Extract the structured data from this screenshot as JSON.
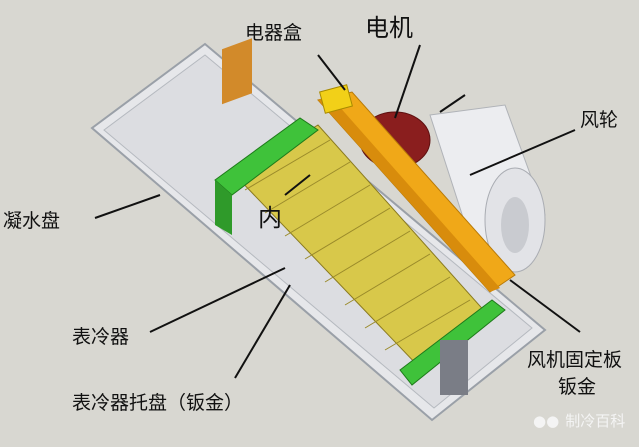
{
  "labels": {
    "electrical_box": "电器盒",
    "motor": "电机",
    "fan_wheel": "风轮",
    "condensate_pan": "凝水盘",
    "inside": "内",
    "coil": "表冷器",
    "coil_tray": "表冷器托盘（钣金）",
    "fan_plate_line1": "风机固定板",
    "fan_plate_line2": "钣金"
  },
  "watermark": "制冷百科",
  "colors": {
    "background": "#d8d7d1",
    "tray": "#e6e7ea",
    "coil": "#d8c84a",
    "end_plate": "#3fc23a",
    "frame": "#f0a818",
    "motor": "#8a1e1e",
    "fan": "#ecedf0"
  }
}
